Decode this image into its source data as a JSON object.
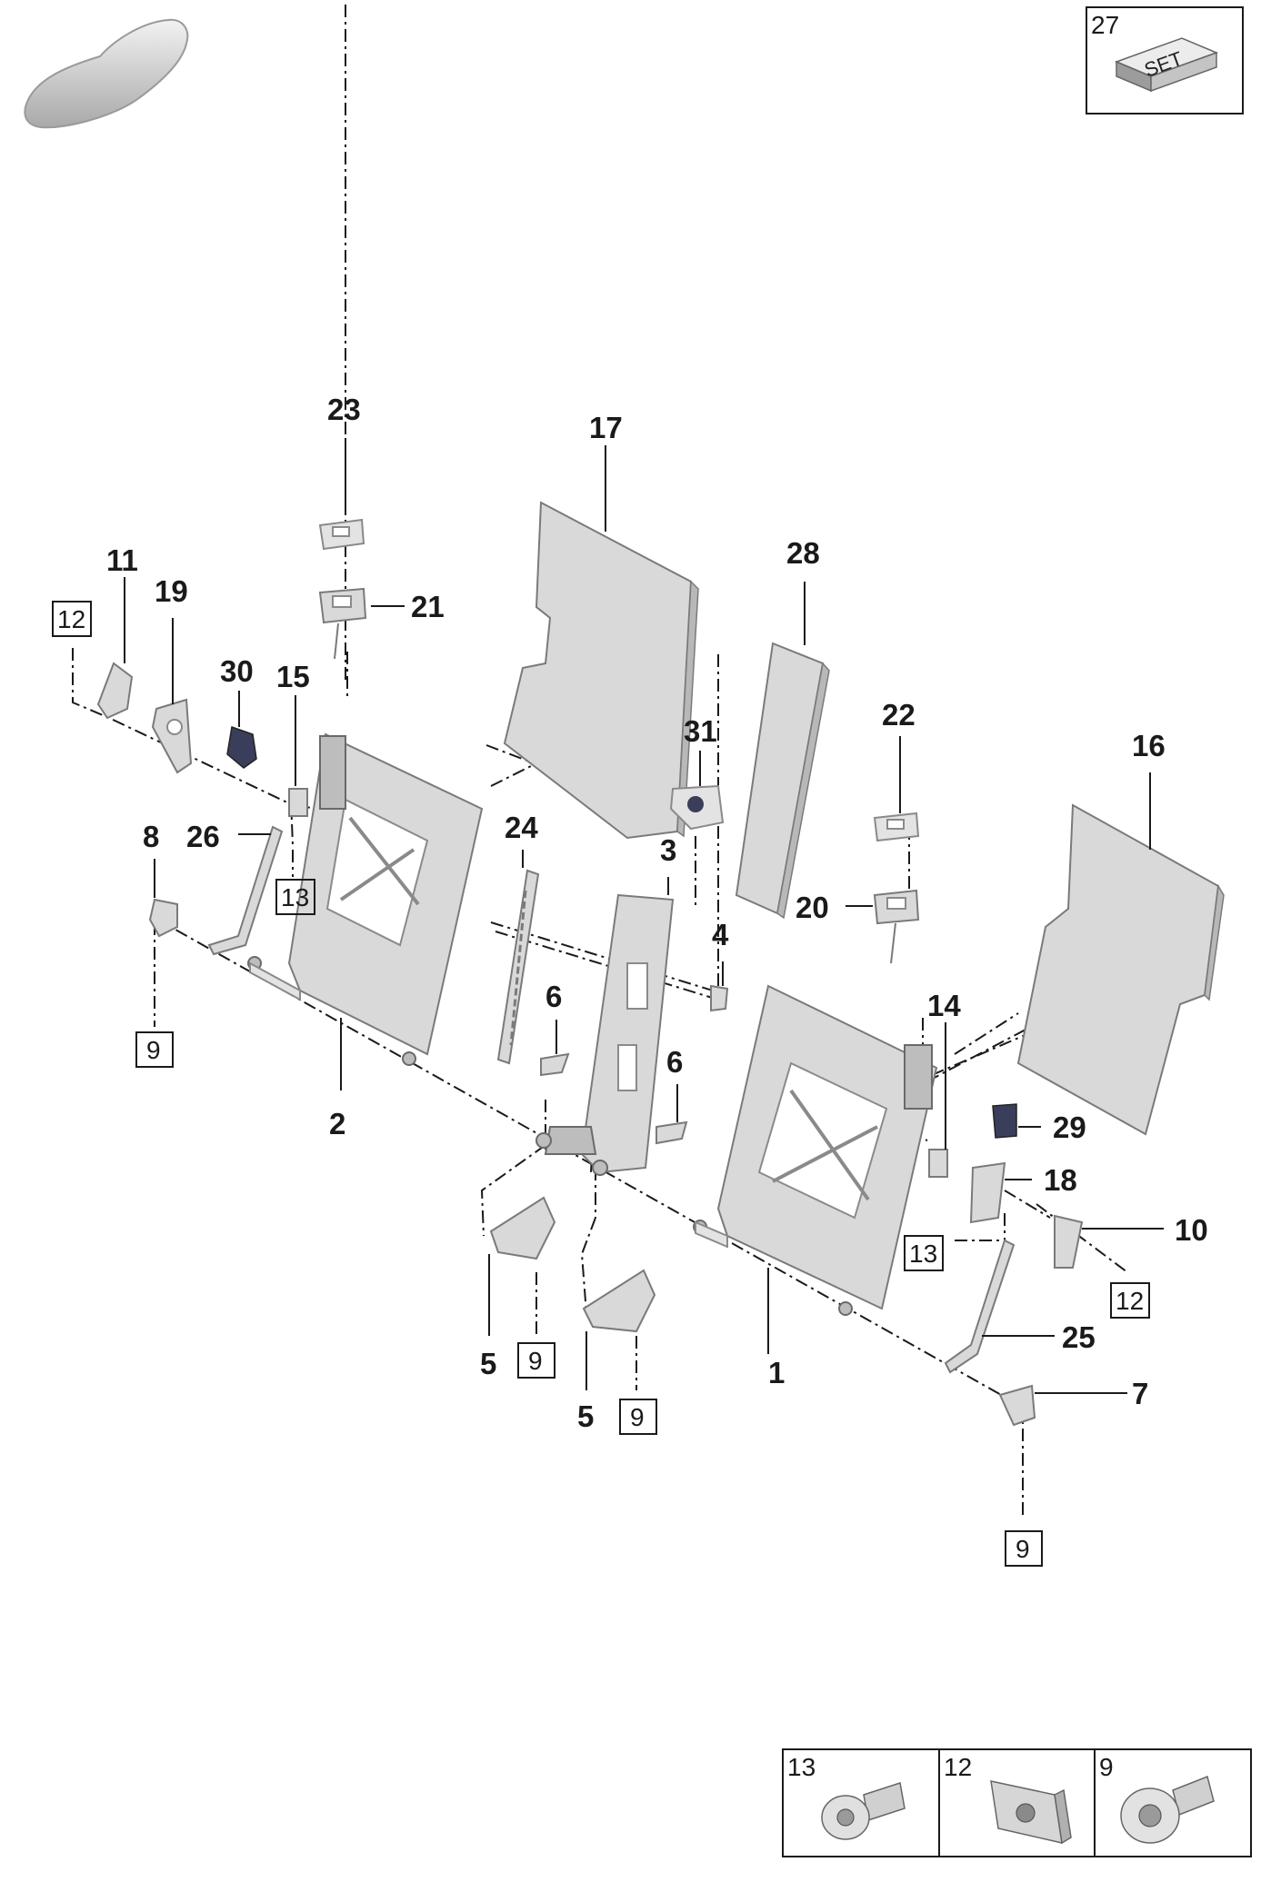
{
  "set_box": {
    "number": "27",
    "label": "SET"
  },
  "callouts": [
    "1",
    "2",
    "3",
    "4",
    "5",
    "5",
    "6",
    "6",
    "7",
    "8",
    "10",
    "11",
    "14",
    "15",
    "16",
    "17",
    "18",
    "19",
    "20",
    "21",
    "22",
    "23",
    "24",
    "25",
    "26",
    "28",
    "29",
    "30",
    "31"
  ],
  "boxed_refs": [
    "12",
    "12",
    "13",
    "13",
    "9",
    "9",
    "9",
    "9",
    "9"
  ],
  "fastener_legend": [
    {
      "number": "13",
      "icon": "bolt-icon"
    },
    {
      "number": "12",
      "icon": "clip-nut-icon"
    },
    {
      "number": "9",
      "icon": "flange-bolt-icon"
    }
  ],
  "thumbnail_icon": "car-silhouette-icon"
}
